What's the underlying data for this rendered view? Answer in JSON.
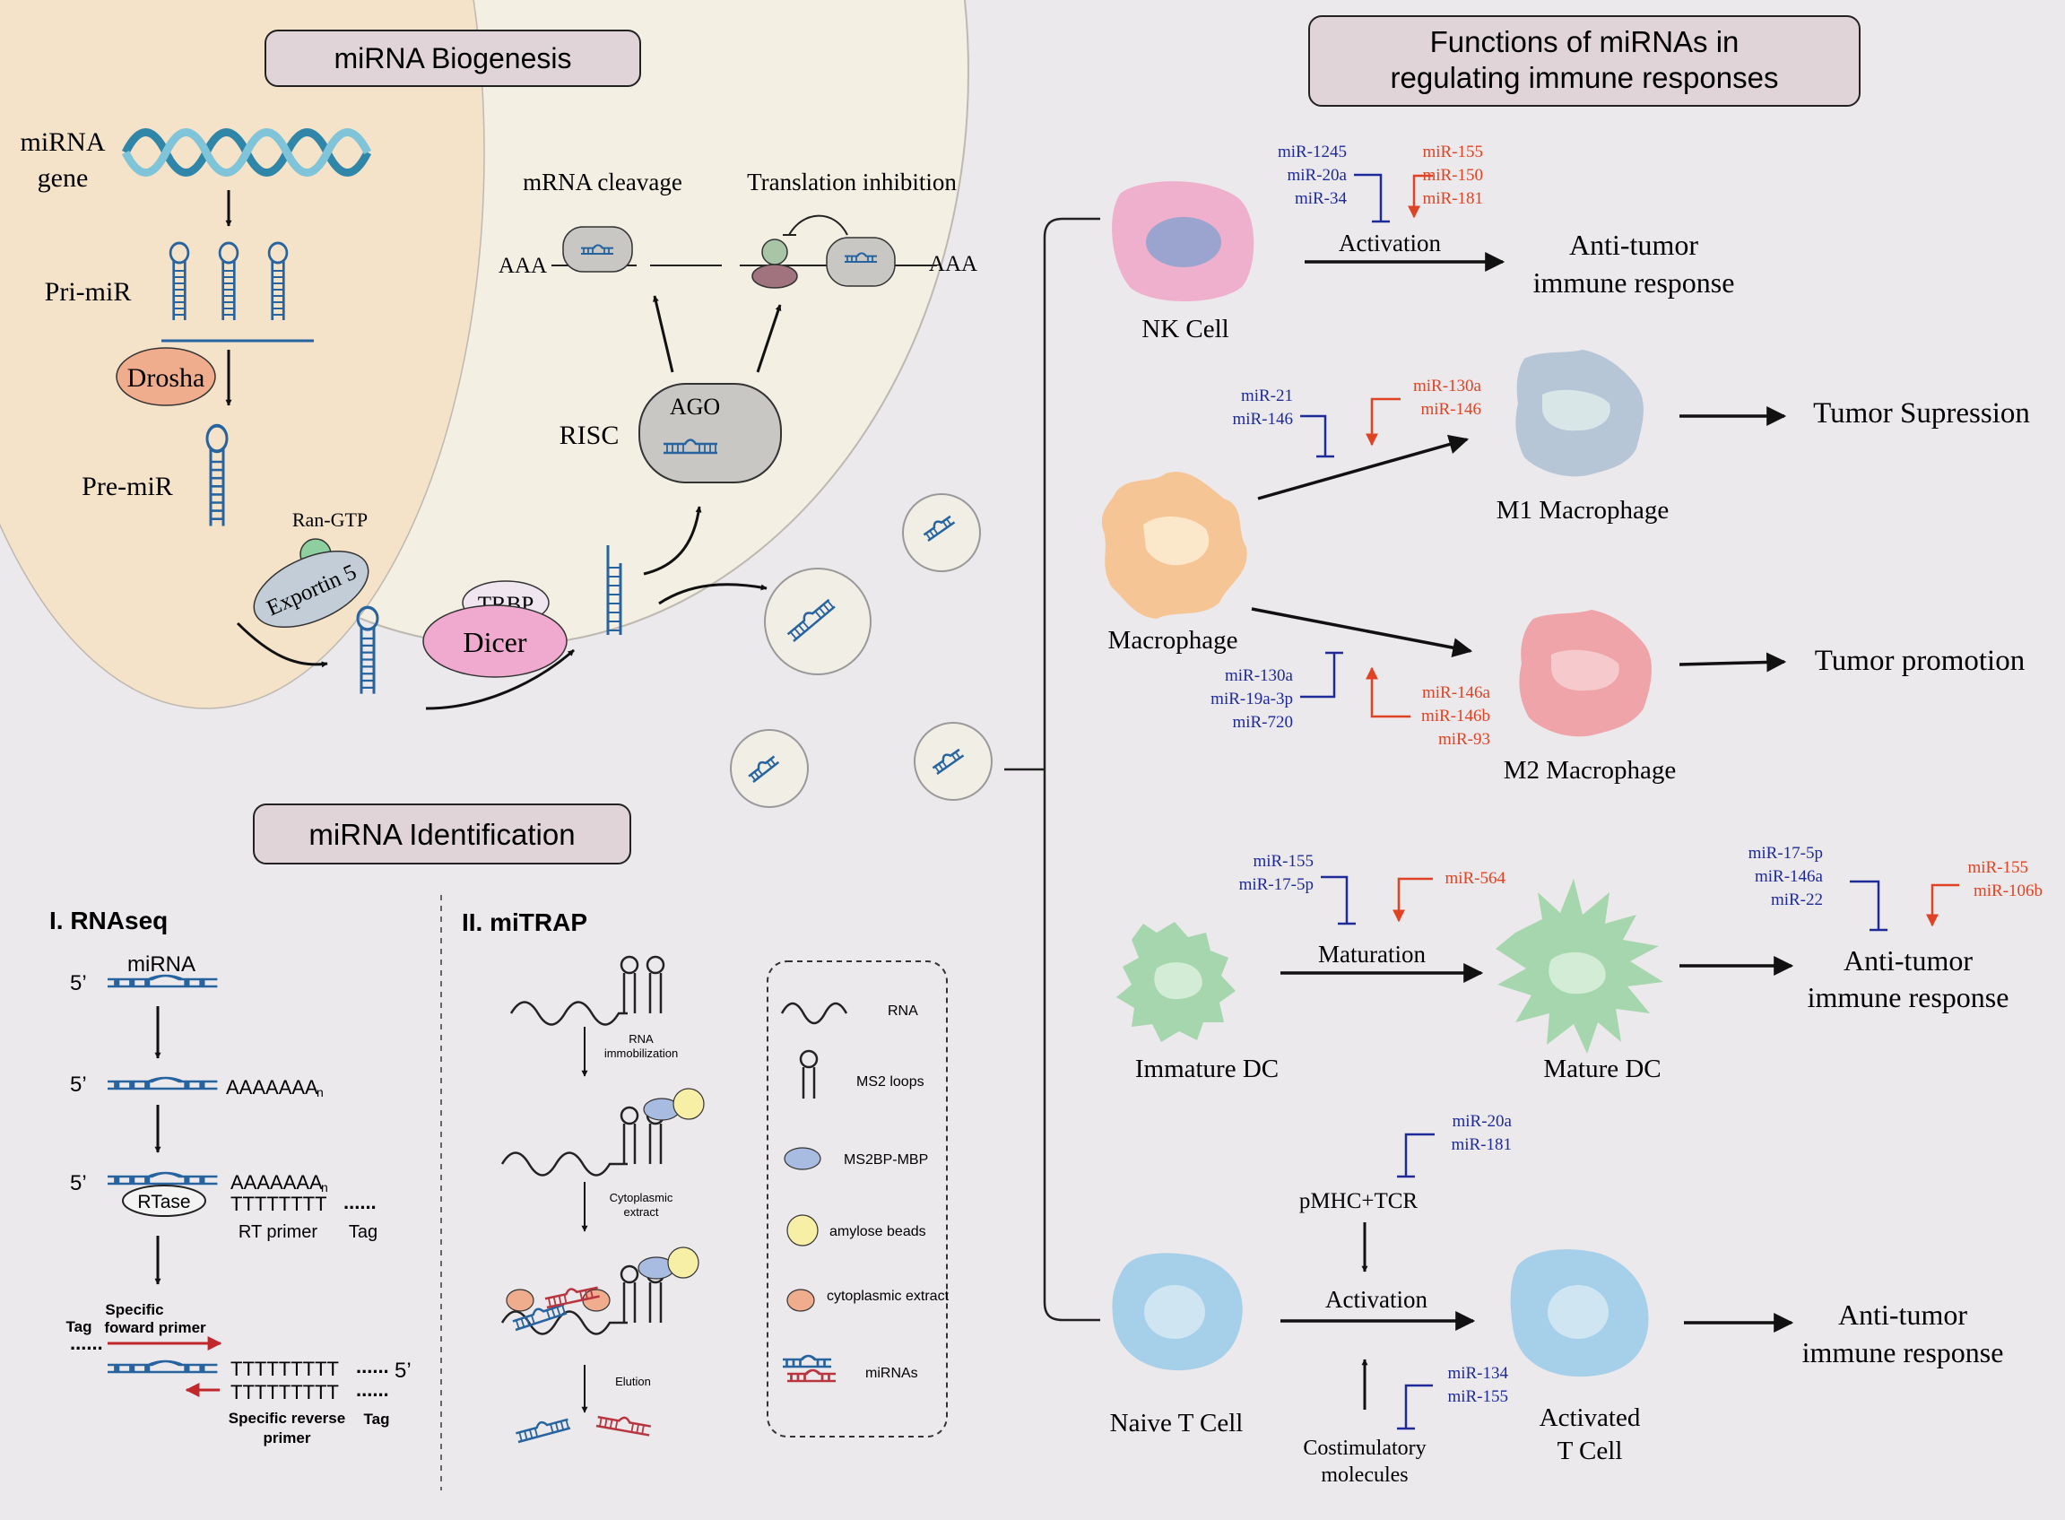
{
  "colors": {
    "background": "#ebe9eb",
    "cell_outer": "#f4efe3",
    "nucleus": "#f5e3c9",
    "title_box": "#e0d4d8",
    "dna_blue": "#2f86a8",
    "rna_blue": "#27649f",
    "rna_red": "#b8343f",
    "inhibit_blue": "#1e2a9a",
    "activate_red": "#e04323",
    "nk": "#eeb0cc",
    "macrophage": "#f6c596",
    "m1": "#b6c6d6",
    "m2": "#eea4a8",
    "dc": "#a6d6ad",
    "tcell": "#a6d0ea"
  },
  "titles": {
    "biogenesis": "miRNA Biogenesis",
    "identification": "miRNA Identification",
    "functions_l1": "Functions of miRNAs in",
    "functions_l2": "regulating immune responses"
  },
  "biogenesis": {
    "mirna_gene_l1": "miRNA",
    "mirna_gene_l2": "gene",
    "pri_mir": "Pri-miR",
    "drosha": "Drosha",
    "pre_mir": "Pre-miR",
    "ran_gtp": "Ran-GTP",
    "exportin": "Exportin 5",
    "trbp": "TRBP",
    "dicer": "Dicer",
    "risc": "RISC",
    "ago": "AGO",
    "mrna_cleavage": "mRNA cleavage",
    "translation_inhibition": "Translation inhibition",
    "aaa_left": "AAA",
    "aaa_right": "AAA"
  },
  "rnaseq": {
    "title": "I. RNAseq",
    "mirna": "miRNA",
    "five_prime": "5’",
    "poly_a": "AAAAAAA",
    "poly_a_sub": "n",
    "rtase": "RTase",
    "t_strand": "TTTTTTTT",
    "dots": "......",
    "rt_primer": "RT primer",
    "tag": "Tag",
    "specific_forward_l1": "Specific",
    "specific_forward_l2": "foward primer",
    "t_strand_long": "TTTTTTTTT",
    "specific_reverse_l1": "Specific reverse",
    "specific_reverse_l2": "primer"
  },
  "mitrap": {
    "title": "II. miTRAP",
    "step1_l1": "RNA",
    "step1_l2": "immobilization",
    "step2_l1": "Cytoplasmic",
    "step2_l2": "extract",
    "step3": "Elution",
    "legend": [
      "RNA",
      "MS2 loops",
      "MS2BP-MBP",
      "amylose beads",
      "cytoplasmic extract",
      "miRNAs"
    ]
  },
  "nk": {
    "cell_label": "NK Cell",
    "inhibitors": [
      "miR-1245",
      "miR-20a",
      "miR-34"
    ],
    "activators": [
      "miR-155",
      "miR-150",
      "miR-181"
    ],
    "process": "Activation",
    "outcome_l1": "Anti-tumor",
    "outcome_l2": "immune response"
  },
  "macrophage": {
    "cell_label": "Macrophage",
    "m1_label": "M1 Macrophage",
    "m2_label": "M2 Macrophage",
    "m1_inhibitors": [
      "miR-21",
      "miR-146"
    ],
    "m1_activators": [
      "miR-130a",
      "miR-146"
    ],
    "m2_inhibitors": [
      "miR-130a",
      "miR-19a-3p",
      "miR-720"
    ],
    "m2_activators": [
      "miR-146a",
      "miR-146b",
      "miR-93"
    ],
    "m1_outcome": "Tumor Supression",
    "m2_outcome": "Tumor promotion"
  },
  "dc": {
    "immature_label": "Immature DC",
    "mature_label": "Mature DC",
    "maturation_inhibitors": [
      "miR-155",
      "miR-17-5p"
    ],
    "maturation_activators": [
      "miR-564"
    ],
    "process": "Maturation",
    "response_inhibitors": [
      "miR-17-5p",
      "miR-146a",
      "miR-22"
    ],
    "response_activators": [
      "miR-155",
      "miR-106b"
    ],
    "outcome_l1": "Anti-tumor",
    "outcome_l2": "immune response"
  },
  "tcell": {
    "naive_label": "Naive T Cell",
    "activated_l1": "Activated",
    "activated_l2": "T Cell",
    "pmhc": "pMHC+TCR",
    "pmhc_inhibitors": [
      "miR-20a",
      "miR-181"
    ],
    "process": "Activation",
    "costim_l1": "Costimulatory",
    "costim_l2": "molecules",
    "costim_inhibitors": [
      "miR-134",
      "miR-155"
    ],
    "outcome_l1": "Anti-tumor",
    "outcome_l2": "immune response"
  }
}
